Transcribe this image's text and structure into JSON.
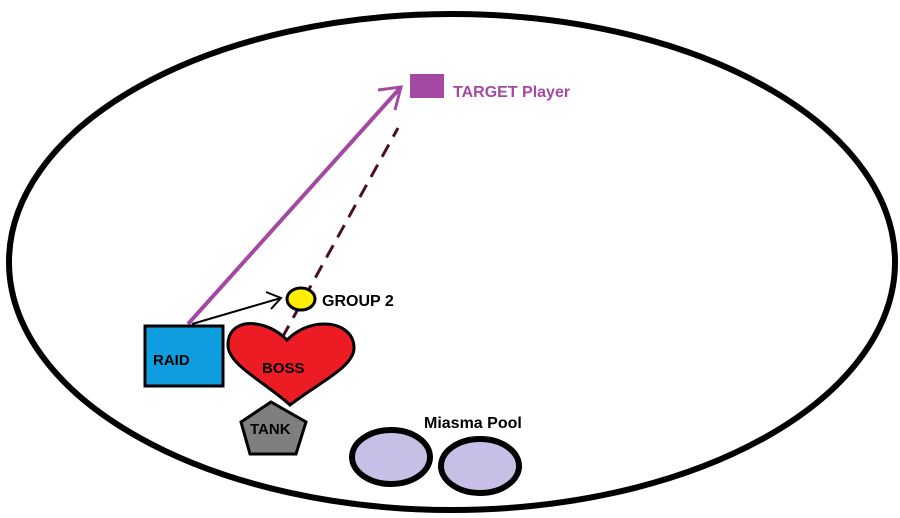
{
  "labels": {
    "target": "TARGET Player",
    "group2": "GROUP 2",
    "raid": "RAID",
    "boss": "BOSS",
    "tank": "TANK",
    "miasma": "Miasma Pool"
  },
  "colors": {
    "arena_stroke": "#000000",
    "target_fill": "#a349a4",
    "target_text": "#a349a4",
    "raid_fill": "#0e9ee0",
    "boss_fill": "#ed1c24",
    "tank_fill": "#7f7f7f",
    "group2_fill": "#ffee00",
    "pool_fill": "#c8bfe7",
    "dashed_line": "#4a1020",
    "arrow_black": "#000000",
    "arrow_purple": "#a349a4"
  },
  "icons": {
    "target": "purple-square",
    "raid": "blue-square",
    "boss": "red-heart",
    "tank": "gray-pentagon",
    "group2": "yellow-circle",
    "pool": "lavender-ellipse"
  }
}
